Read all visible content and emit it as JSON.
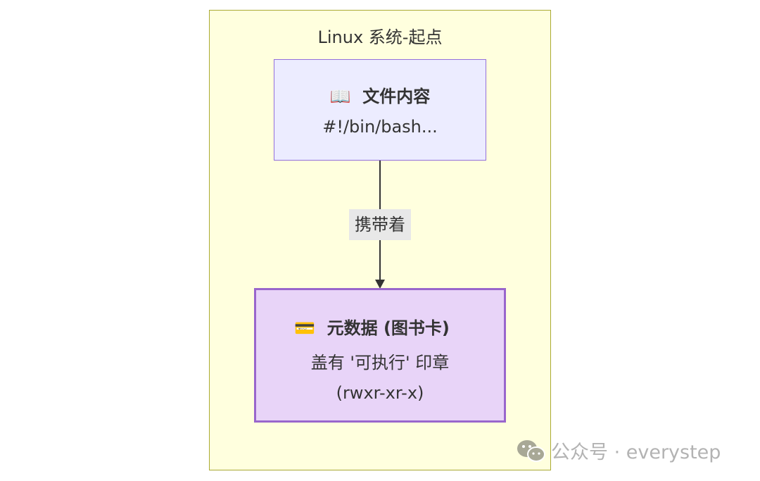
{
  "cluster": {
    "title": "Linux 系统-起点"
  },
  "node1": {
    "icon": "📖",
    "title": "文件内容",
    "text": "#!/bin/bash..."
  },
  "edge": {
    "label": "携带着"
  },
  "node2": {
    "icon": "💳",
    "title": "元数据 (图书卡)",
    "line1": "盖有 '可执行' 印章",
    "line2": "(rwxr-xr-x)"
  },
  "watermark": {
    "text": "公众号 · everystep"
  }
}
